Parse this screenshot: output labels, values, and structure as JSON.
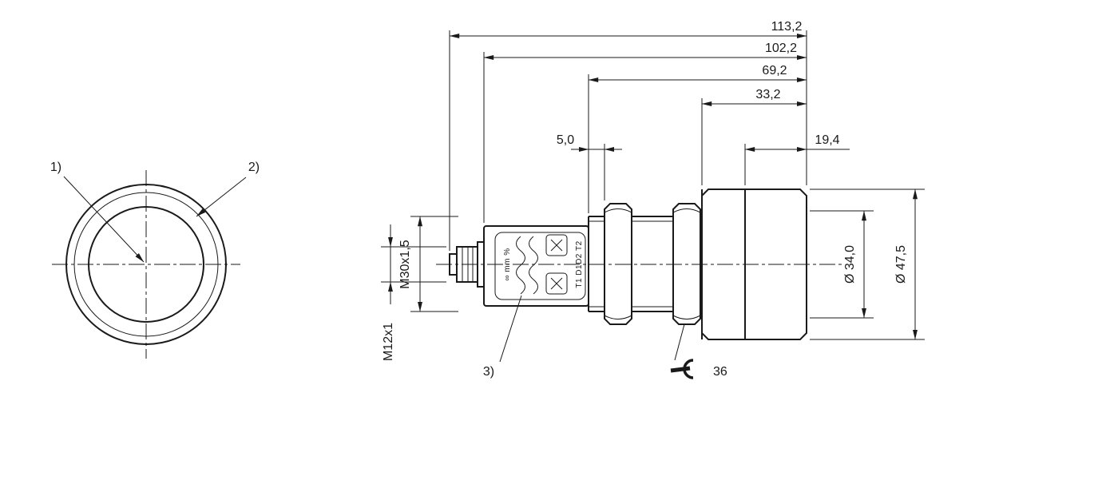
{
  "drawing": {
    "type": "technical-dimension-drawing",
    "line_color": "#1a1a1a",
    "background": "#ffffff"
  },
  "front_view": {
    "callout_1": "1)",
    "callout_2": "2)"
  },
  "side_view": {
    "callout_3": "3)",
    "display": {
      "scale_markings": "∞ mm %",
      "teach_markings": "T1 D1D2 T2",
      "button_icon": "x-cross-teach-button",
      "wave_icon": "sound-wave-ribbon"
    },
    "wrench_icon": "open-end-wrench-icon",
    "wrench_size": "36"
  },
  "dimensions": {
    "total_length": "113,2",
    "body_length": "102,2",
    "thread_to_face": "69,2",
    "head_length": "33,2",
    "thread_free_length": "5,0",
    "front_section": "19,4",
    "main_thread": "M30x1,5",
    "connector_thread": "M12x1",
    "inner_diameter": "Ø 34,0",
    "head_diameter": "Ø 47,5"
  }
}
